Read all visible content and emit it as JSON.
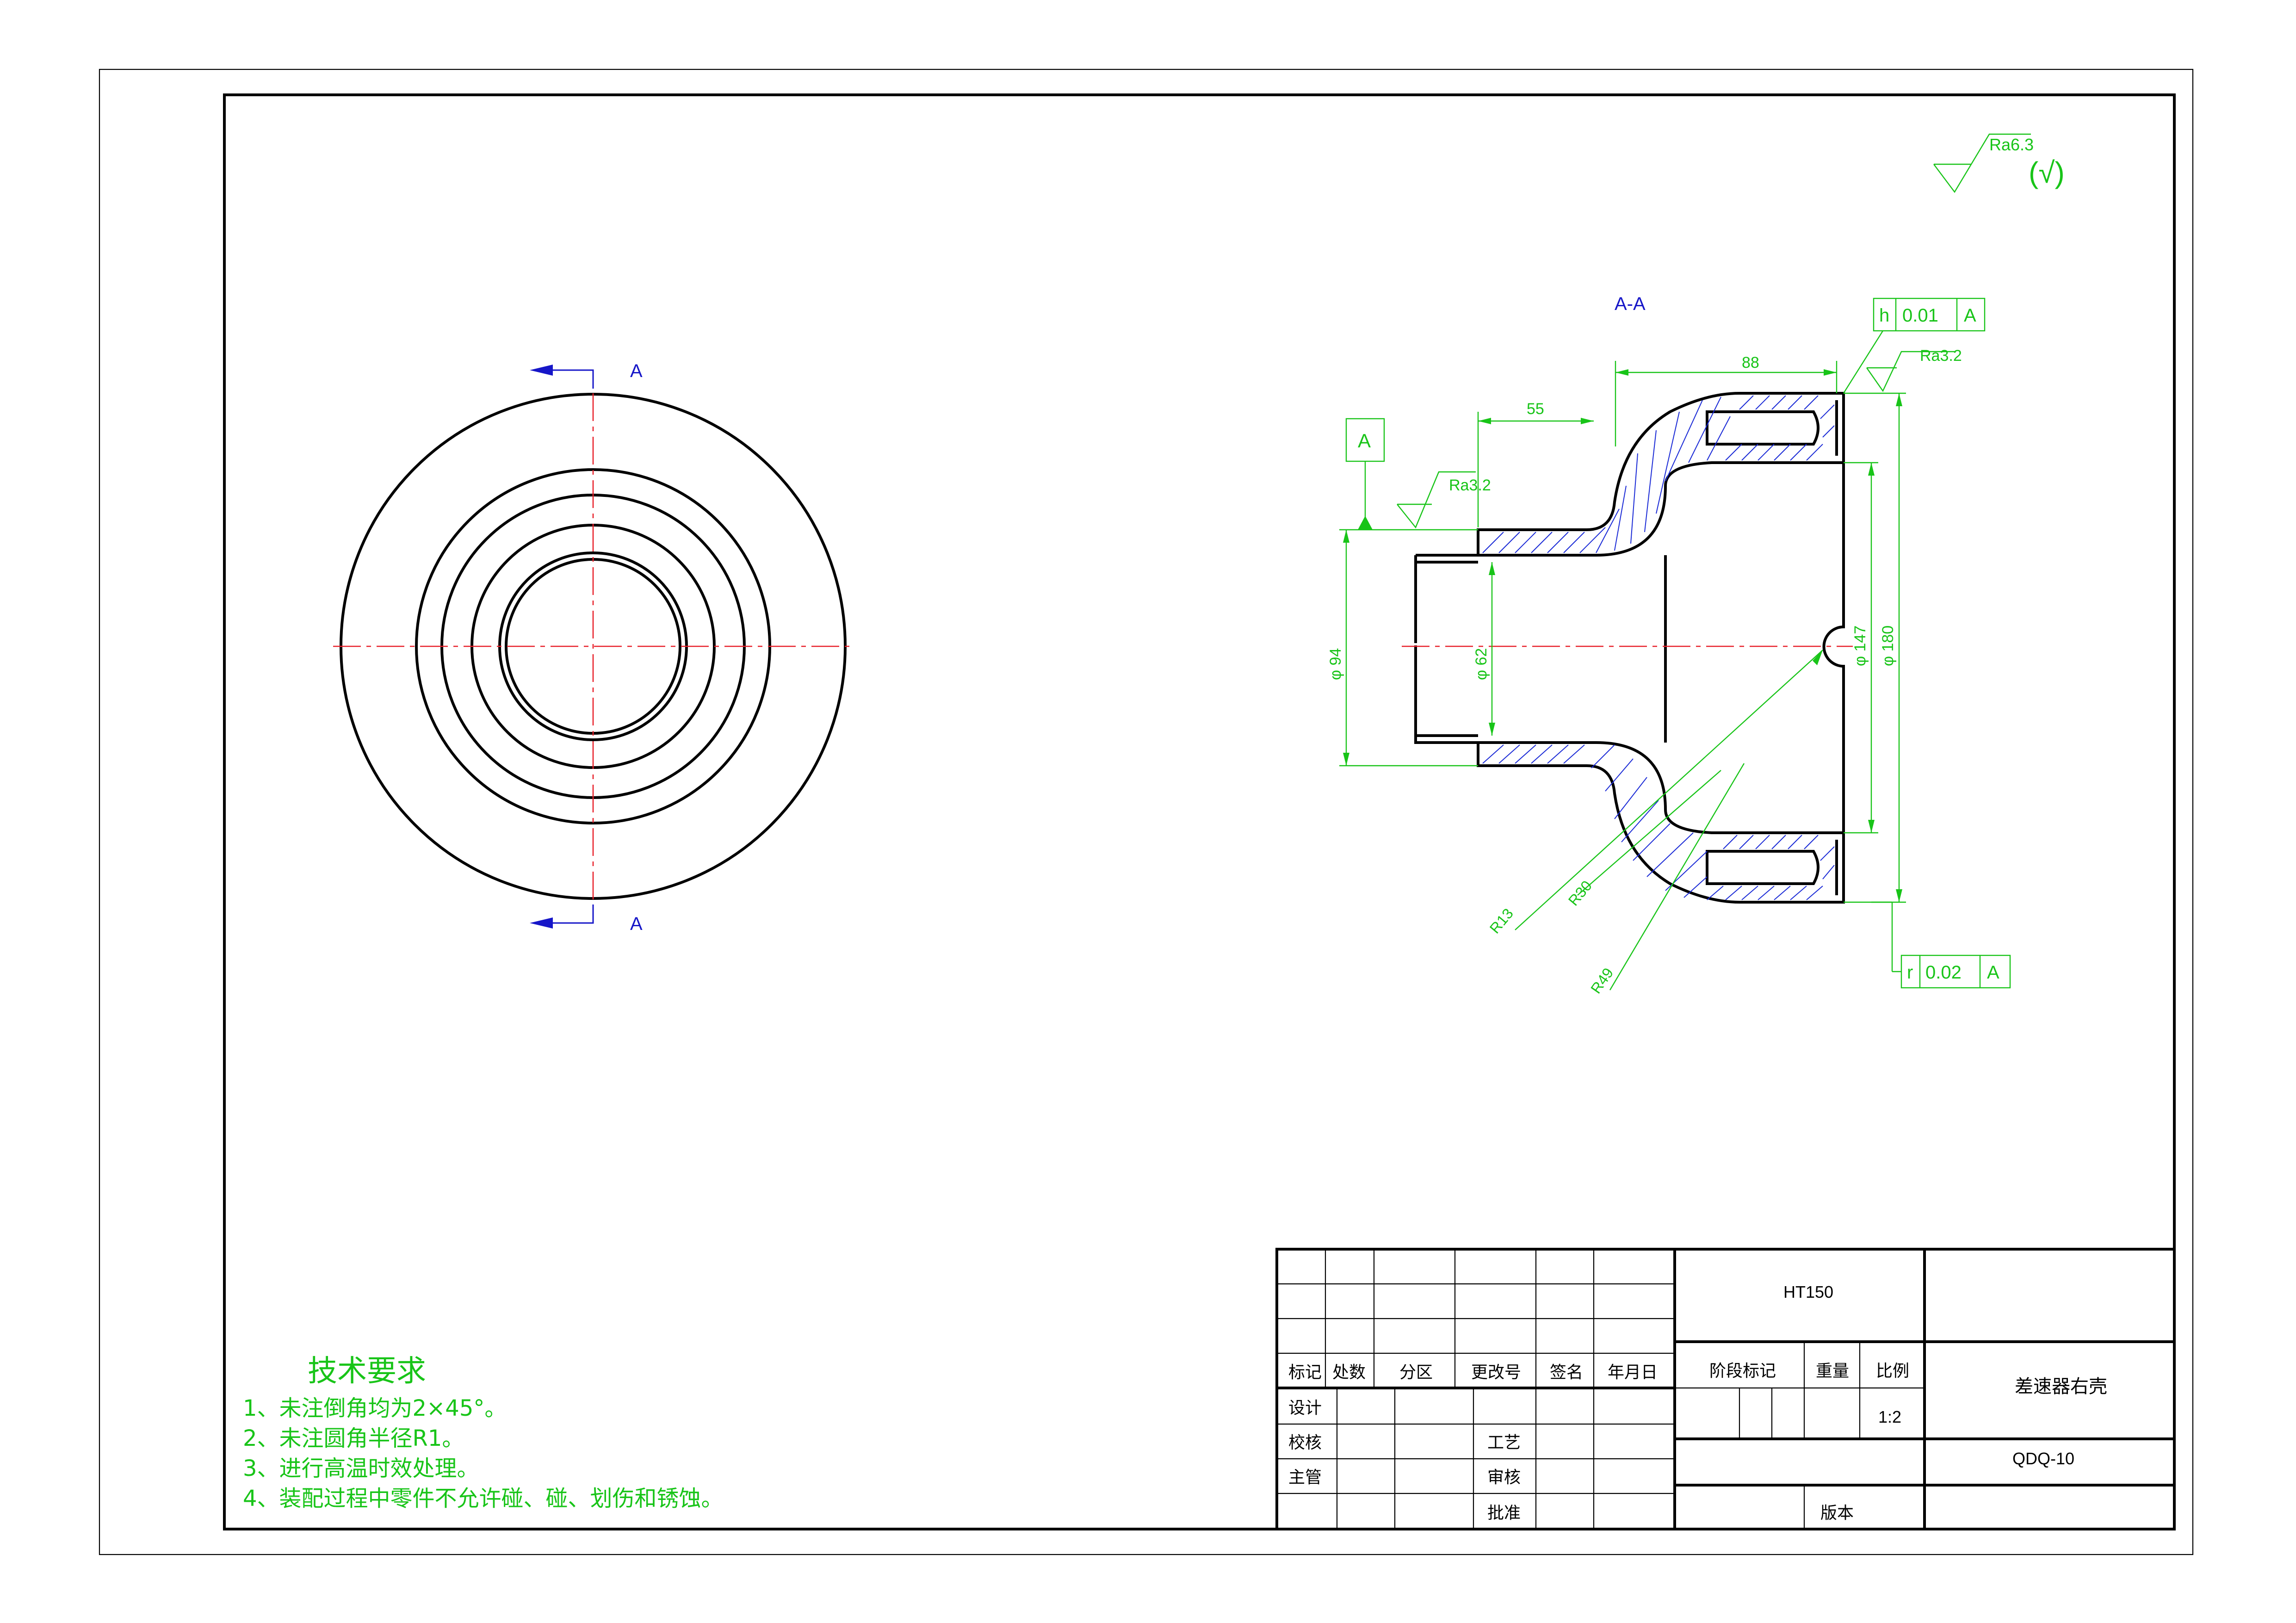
{
  "section": {
    "title": "A-A",
    "marker_left": "A",
    "marker_top": "A",
    "marker_bottom": "A"
  },
  "dimensions": {
    "d88": "88",
    "d55": "55",
    "dia94": "φ 94",
    "dia62": "φ 62",
    "dia147": "φ 147",
    "dia180": "φ 180",
    "r13": "R13",
    "r30": "R30",
    "r49": "R49"
  },
  "datum": {
    "label": "A"
  },
  "roughness": {
    "overall": "Ra6.3",
    "overall_extra": "(√)",
    "face": "Ra3.2",
    "bore": "Ra3.2"
  },
  "tolerances": {
    "top": {
      "symbol": "h",
      "value": "0.01",
      "datum": "A"
    },
    "bottom": {
      "symbol": "r",
      "value": "0.02",
      "datum": "A"
    }
  },
  "tech_requirements": {
    "title": "技术要求",
    "items": [
      "1、未注倒角均为2×45°。",
      "2、未注圆角半径R1。",
      "3、进行高温时效处理。",
      "4、装配过程中零件不允许碰、碰、划伤和锈蚀。"
    ]
  },
  "title_block": {
    "material": "HT150",
    "part_name": "差速器右壳",
    "drawing_no": "QDQ-10",
    "scale": "1:2",
    "header": [
      "标记",
      "处数",
      "分区",
      "更改号",
      "签名",
      "年月日"
    ],
    "stage_mark": "阶段标记",
    "weight": "重量",
    "scale_label": "比例",
    "design": "设计",
    "check": "校核",
    "supervisor": "主管",
    "process": "工艺",
    "review": "审核",
    "approve": "批准",
    "version": "版本"
  }
}
